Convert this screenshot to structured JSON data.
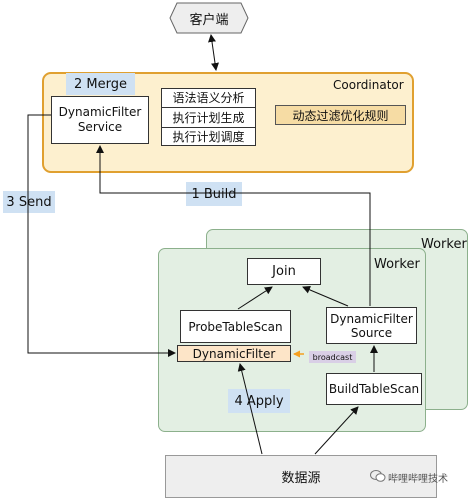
{
  "client": "客户端",
  "coordinator": {
    "title": "Coordinator",
    "dynamic_filter_service": "DynamicFilter\nService",
    "steps": [
      "语法语义分析",
      "执行计划生成",
      "执行计划调度"
    ],
    "rule": "动态过滤优化规则"
  },
  "labels": {
    "merge": "2  Merge",
    "build": "1  Build",
    "send": "3  Send",
    "apply": "4  Apply",
    "broadcast": "broadcast"
  },
  "worker": {
    "back_title": "Worker",
    "front_title": "Worker",
    "join": "Join",
    "probe_scan": "ProbeTableScan",
    "df_source": "DynamicFilter\nSource",
    "dynamic_filter": "DynamicFilter",
    "build_scan": "BuildTableScan"
  },
  "datasource": "数据源",
  "watermark": "哔哩哔哩技术",
  "colors": {
    "coordinator_bg": "#fdf0cf",
    "coordinator_border": "#e0a030",
    "worker_bg": "#e3efe3",
    "worker_border": "#8cb08c",
    "label_bg": "#cfe1f3",
    "df_bg": "#fde5c8",
    "rule_bg": "#f6dca4",
    "broadcast_bg": "#d9cfe6",
    "datasource_bg": "#eeeeee"
  }
}
